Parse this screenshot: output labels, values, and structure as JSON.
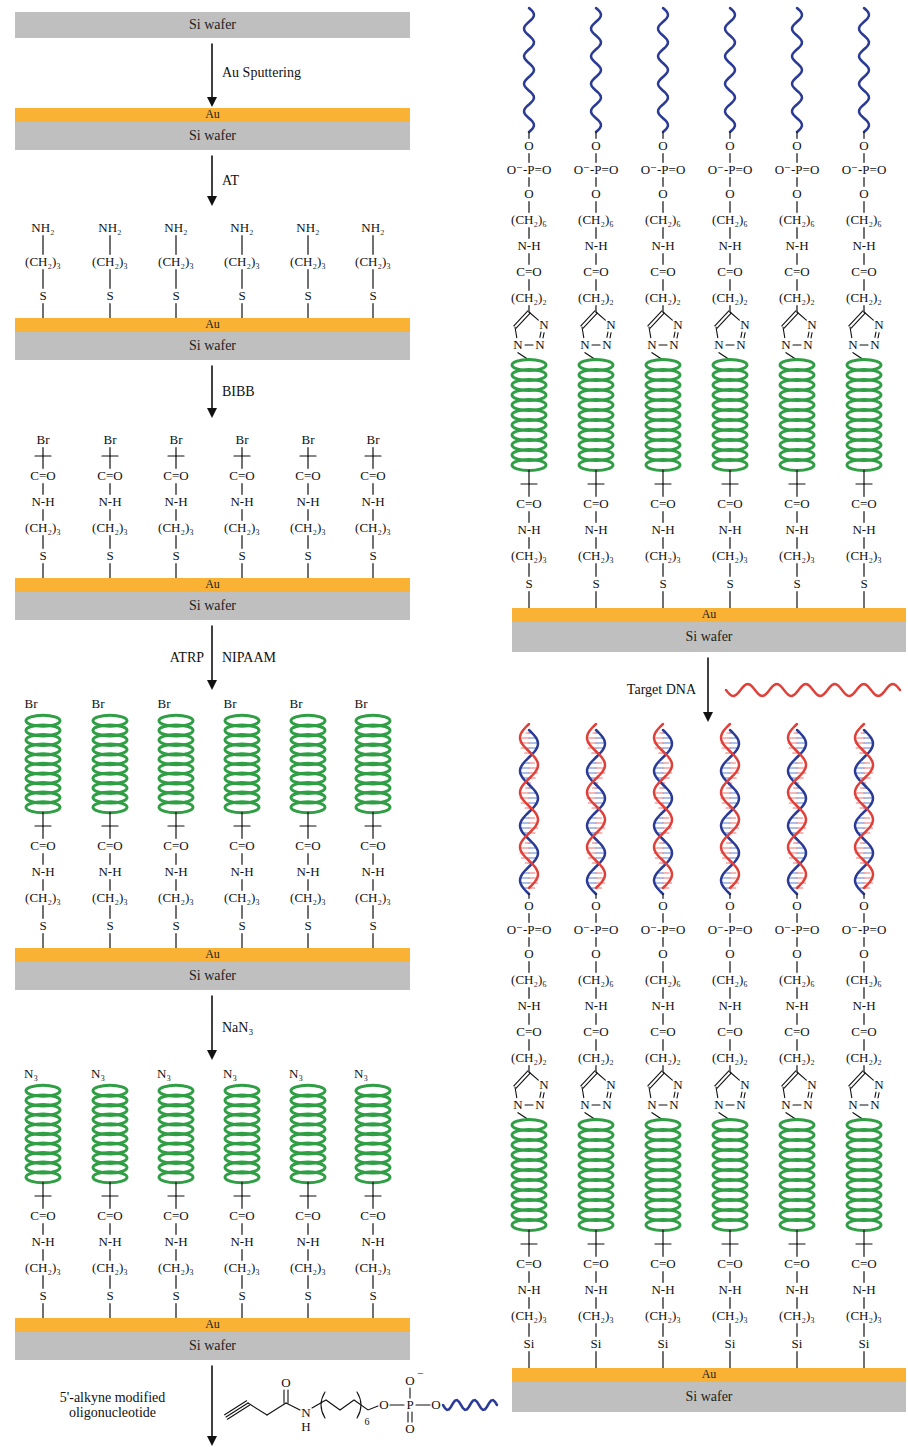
{
  "diagram": {
    "nodes": [
      {
        "text": [
          "Si wafer"
        ]
      },
      {
        "text": [
          "Au"
        ]
      },
      {
        "text": [
          "Si wafer"
        ]
      },
      {
        "text": [
          "Au"
        ]
      },
      {
        "text": [
          "Si wafer"
        ]
      },
      {
        "text": [
          "Au"
        ]
      },
      {
        "text": [
          "Si wafer"
        ]
      },
      {
        "text": [
          "Au"
        ]
      },
      {
        "text": [
          "Si wafer"
        ]
      },
      {
        "text": [
          "Au"
        ]
      },
      {
        "text": [
          "Si wafer"
        ]
      },
      {
        "text": [
          "Au"
        ]
      },
      {
        "text": [
          "Si wafer"
        ]
      },
      {
        "text": [
          "Au"
        ]
      },
      {
        "text": [
          "Si wafer"
        ]
      }
    ],
    "edges": [
      {
        "from": 0,
        "to": 1,
        "arrow": "to",
        "label": "Au Sputtering"
      }
    ],
    "labels": [
      "AT",
      "NH₂",
      "(CH₂)₃",
      "S",
      "NH₂",
      "(CH₂)₃",
      "S",
      "NH₂",
      "(CH₂)₃",
      "S",
      "NH₂",
      "(CH₂)₃",
      "S",
      "NH₂",
      "(CH₂)₃",
      "S",
      "NH₂",
      "(CH₂)₃",
      "S",
      "BIBB",
      "Br",
      "C=O",
      "N-H",
      "(CH₂)₃",
      "S",
      "Br",
      "C=O",
      "N-H",
      "(CH₂)₃",
      "S",
      "Br",
      "C=O",
      "N-H",
      "(CH₂)₃",
      "S",
      "Br",
      "C=O",
      "N-H",
      "(CH₂)₃",
      "S",
      "Br",
      "C=O",
      "N-H",
      "(CH₂)₃",
      "S",
      "Br",
      "C=O",
      "N-H",
      "(CH₂)₃",
      "S",
      "ATRP",
      "NIPAAM",
      "Br",
      "C=O",
      "N-H",
      "(CH₂)₃",
      "S",
      "Br",
      "C=O",
      "N-H",
      "(CH₂)₃",
      "S",
      "Br",
      "C=O",
      "N-H",
      "(CH₂)₃",
      "S",
      "Br",
      "C=O",
      "N-H",
      "(CH₂)₃",
      "S",
      "Br",
      "C=O",
      "N-H",
      "(CH₂)₃",
      "S",
      "Br",
      "C=O",
      "N-H",
      "(CH₂)₃",
      "S",
      "NaN₃",
      "N₃",
      "C=O",
      "N-H",
      "(CH₂)₃",
      "S",
      "N₃",
      "C=O",
      "N-H",
      "(CH₂)₃",
      "S",
      "N₃",
      "C=O",
      "N-H",
      "(CH₂)₃",
      "S",
      "N₃",
      "C=O",
      "N-H",
      "(CH₂)₃",
      "S",
      "N₃",
      "C=O",
      "N-H",
      "(CH₂)₃",
      "S",
      "N₃",
      "C=O",
      "N-H",
      "(CH₂)₃",
      "S",
      "5'-alkyne modified oligonucleotide",
      "O",
      "N",
      "H",
      "6",
      "O",
      "O",
      "−",
      "P",
      "O",
      "O",
      "O",
      "O⁻-P=O",
      "O",
      "(CH₂)₆",
      "N-H",
      "C=O",
      "(CH₂)₂",
      "N",
      "N",
      "N",
      "C=O",
      "N-H",
      "(CH₂)₃",
      "S",
      "O",
      "O⁻-P=O",
      "O",
      "(CH₂)₆",
      "N-H",
      "C=O",
      "(CH₂)₂",
      "N",
      "N",
      "N",
      "C=O",
      "N-H",
      "(CH₂)₃",
      "S",
      "O",
      "O⁻-P=O",
      "O",
      "(CH₂)₆",
      "N-H",
      "C=O",
      "(CH₂)₂",
      "N",
      "N",
      "N",
      "C=O",
      "N-H",
      "(CH₂)₃",
      "S",
      "O",
      "O⁻-P=O",
      "O",
      "(CH₂)₆",
      "N-H",
      "C=O",
      "(CH₂)₂",
      "N",
      "N",
      "N",
      "C=O",
      "N-H",
      "(CH₂)₃",
      "S",
      "O",
      "O⁻-P=O",
      "O",
      "(CH₂)₆",
      "N-H",
      "C=O",
      "(CH₂)₂",
      "N",
      "N",
      "N",
      "C=O",
      "N-H",
      "(CH₂)₃",
      "S",
      "O",
      "O⁻-P=O",
      "O",
      "(CH₂)₆",
      "N-H",
      "C=O",
      "(CH₂)₂",
      "N",
      "N",
      "N",
      "C=O",
      "N-H",
      "(CH₂)₃",
      "S",
      "Target DNA",
      "O",
      "O⁻-P=O",
      "O",
      "(CH₂)₆",
      "N-H",
      "C=O",
      "(CH₂)₂",
      "N",
      "N",
      "N",
      "C=O",
      "N-H",
      "(CH₂)₃",
      "Si",
      "O",
      "O⁻-P=O",
      "O",
      "(CH₂)₆",
      "N-H",
      "C=O",
      "(CH₂)₂",
      "N",
      "N",
      "N",
      "C=O",
      "N-H",
      "(CH₂)₃",
      "Si",
      "O",
      "O⁻-P=O",
      "O",
      "(CH₂)₆",
      "N-H",
      "C=O",
      "(CH₂)₂",
      "N",
      "N",
      "N",
      "C=O",
      "N-H",
      "(CH₂)₃",
      "Si",
      "O",
      "O⁻-P=O",
      "O",
      "(CH₂)₆",
      "N-H",
      "C=O",
      "(CH₂)₂",
      "N",
      "N",
      "N",
      "C=O",
      "N-H",
      "(CH₂)₃",
      "Si",
      "O",
      "O⁻-P=O",
      "O",
      "(CH₂)₆",
      "N-H",
      "C=O",
      "(CH₂)₂",
      "N",
      "N",
      "N",
      "C=O",
      "N-H",
      "(CH₂)₃",
      "Si",
      "O",
      "O⁻-P=O",
      "O",
      "(CH₂)₆",
      "N-H",
      "C=O",
      "(CH₂)₂",
      "N",
      "N",
      "N",
      "C=O",
      "N-H",
      "(CH₂)₃",
      "Si"
    ]
  }
}
